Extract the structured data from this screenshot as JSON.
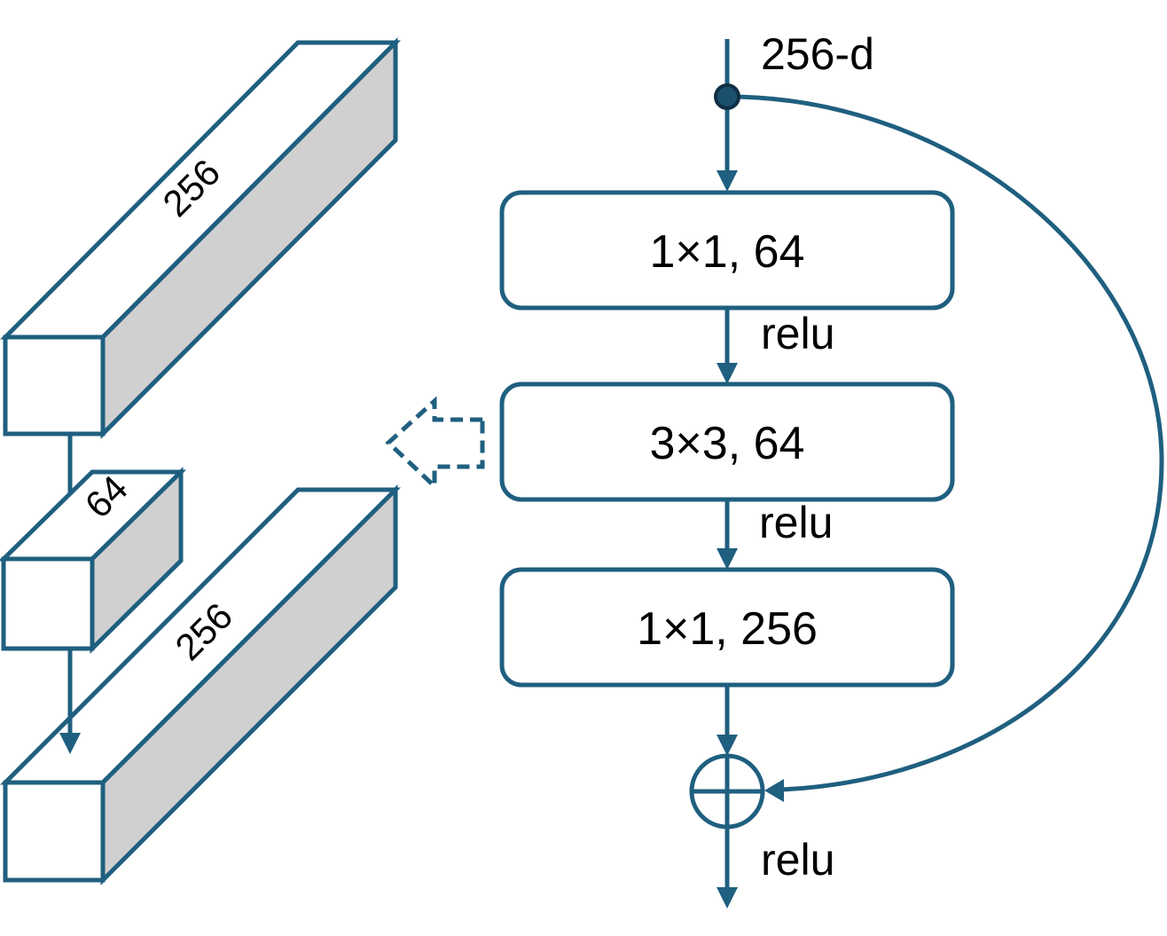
{
  "colors": {
    "stroke": "#1f5f7f",
    "side_face": "#d0d0d0",
    "background": "#ffffff"
  },
  "tensors": [
    {
      "label": "256"
    },
    {
      "label": "64"
    },
    {
      "label": "256"
    }
  ],
  "flow": {
    "input_label": "256-d",
    "layers": [
      {
        "label": "1×1, 64"
      },
      {
        "label": "3×3, 64"
      },
      {
        "label": "1×1, 256"
      }
    ],
    "activations": [
      "relu",
      "relu",
      "relu"
    ],
    "add_node_icon": "circle-plus-icon",
    "pointer_icon": "dashed-left-arrow-icon"
  }
}
